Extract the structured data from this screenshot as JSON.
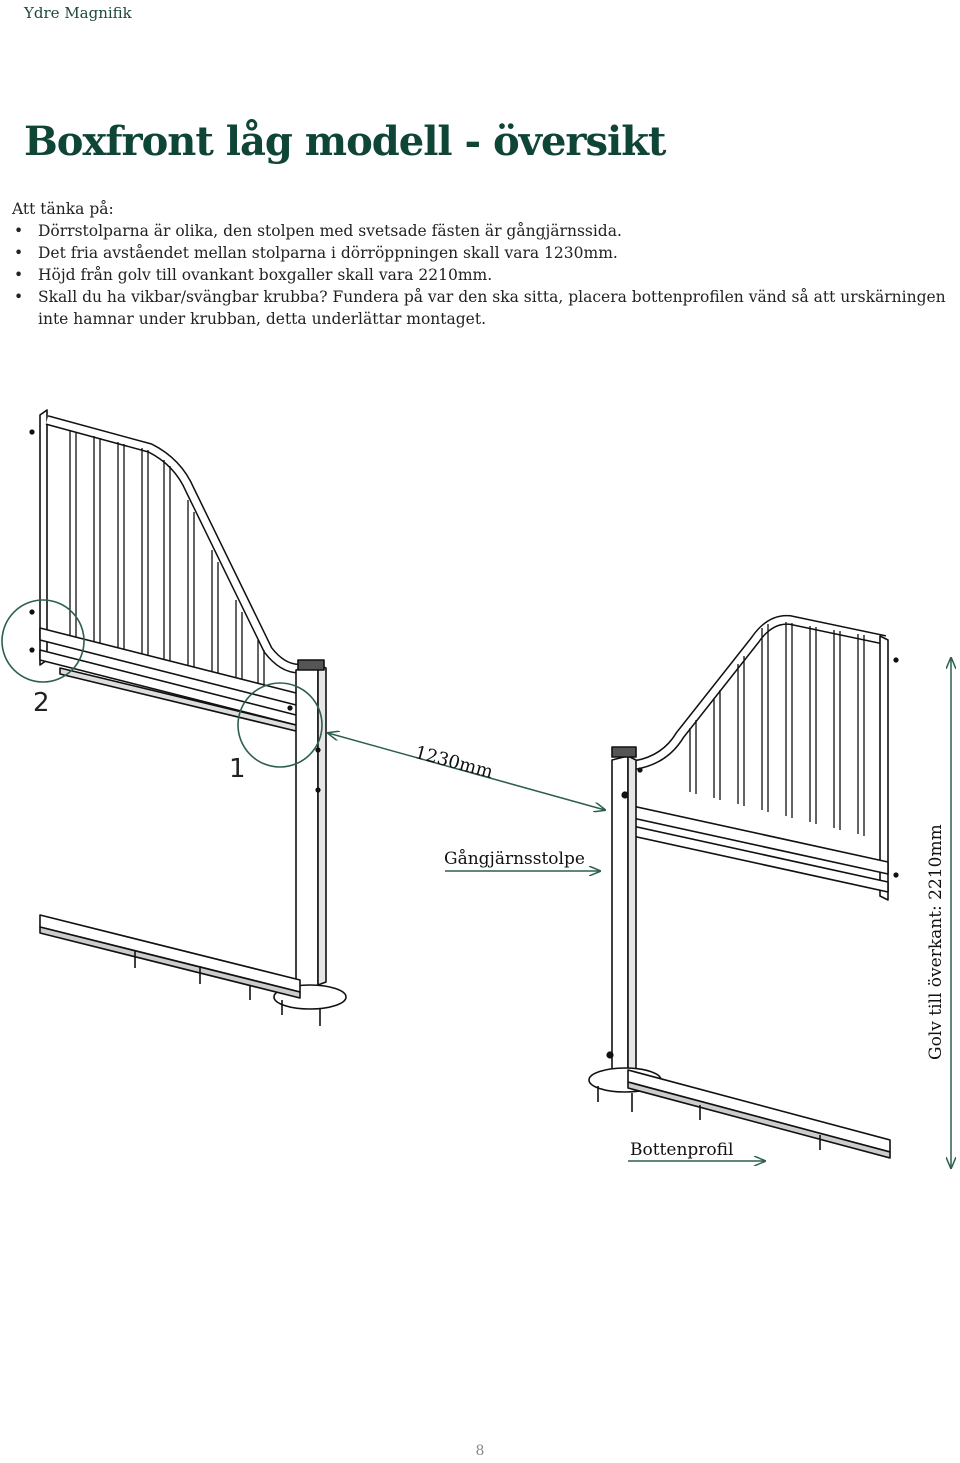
{
  "header": {
    "brand": "Ydre Magnifik"
  },
  "page_title": "Boxfront låg modell - översikt",
  "notes": {
    "intro": "Att tänka på:",
    "items": [
      "Dörrstolparna är olika, den stolpen med svetsade fästen är gångjärnssida.",
      "Det fria avståendet mellan stolparna i dörröppningen skall vara 1230mm.",
      "Höjd från golv till ovankant boxgaller skall vara 2210mm.",
      "Skall du ha vikbar/svängbar krubba? Fundera på var den ska sitta, placera bottenprofilen vänd så att urskärningen inte hamnar under krubban, detta underlättar montaget."
    ]
  },
  "diagram": {
    "callout_2": "2",
    "callout_1": "1",
    "opening_width": "1230mm",
    "hinge_post_label": "Gångjärnsstolpe",
    "bottom_profile_label": "Bottenprofil",
    "height_label": "Golv till överkant: 2210mm",
    "accent_color": "#2e5f4c"
  },
  "footer": {
    "page_number": "8"
  }
}
